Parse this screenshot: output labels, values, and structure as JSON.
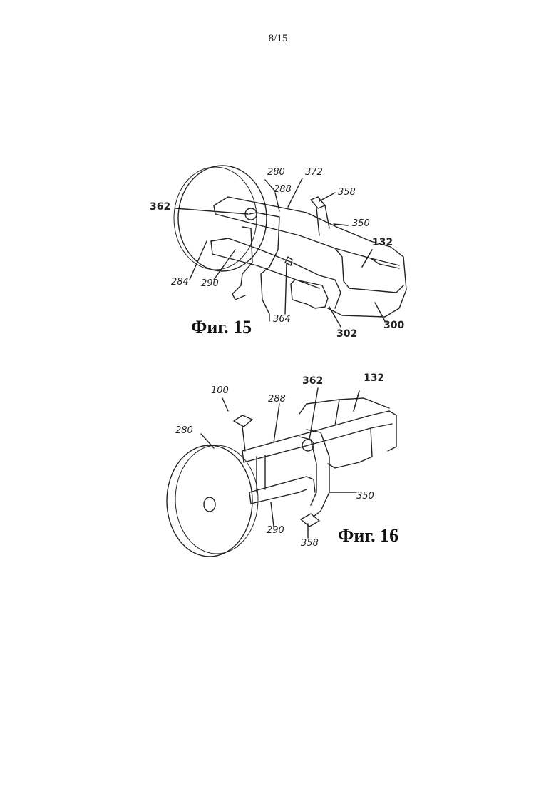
{
  "page_number": "8/15",
  "figures": [
    {
      "caption": "Фиг. 15",
      "refs": {
        "r280": "280",
        "r372": "372",
        "r288": "288",
        "r358": "358",
        "r362": "362",
        "r350": "350",
        "r132": "132",
        "r284": "284",
        "r290": "290",
        "r364": "364",
        "r302": "302",
        "r300": "300"
      }
    },
    {
      "caption": "Фиг. 16",
      "refs": {
        "r100": "100",
        "r288": "288",
        "r362": "362",
        "r132": "132",
        "r280": "280",
        "r350": "350",
        "r290": "290",
        "r358": "358"
      }
    }
  ]
}
